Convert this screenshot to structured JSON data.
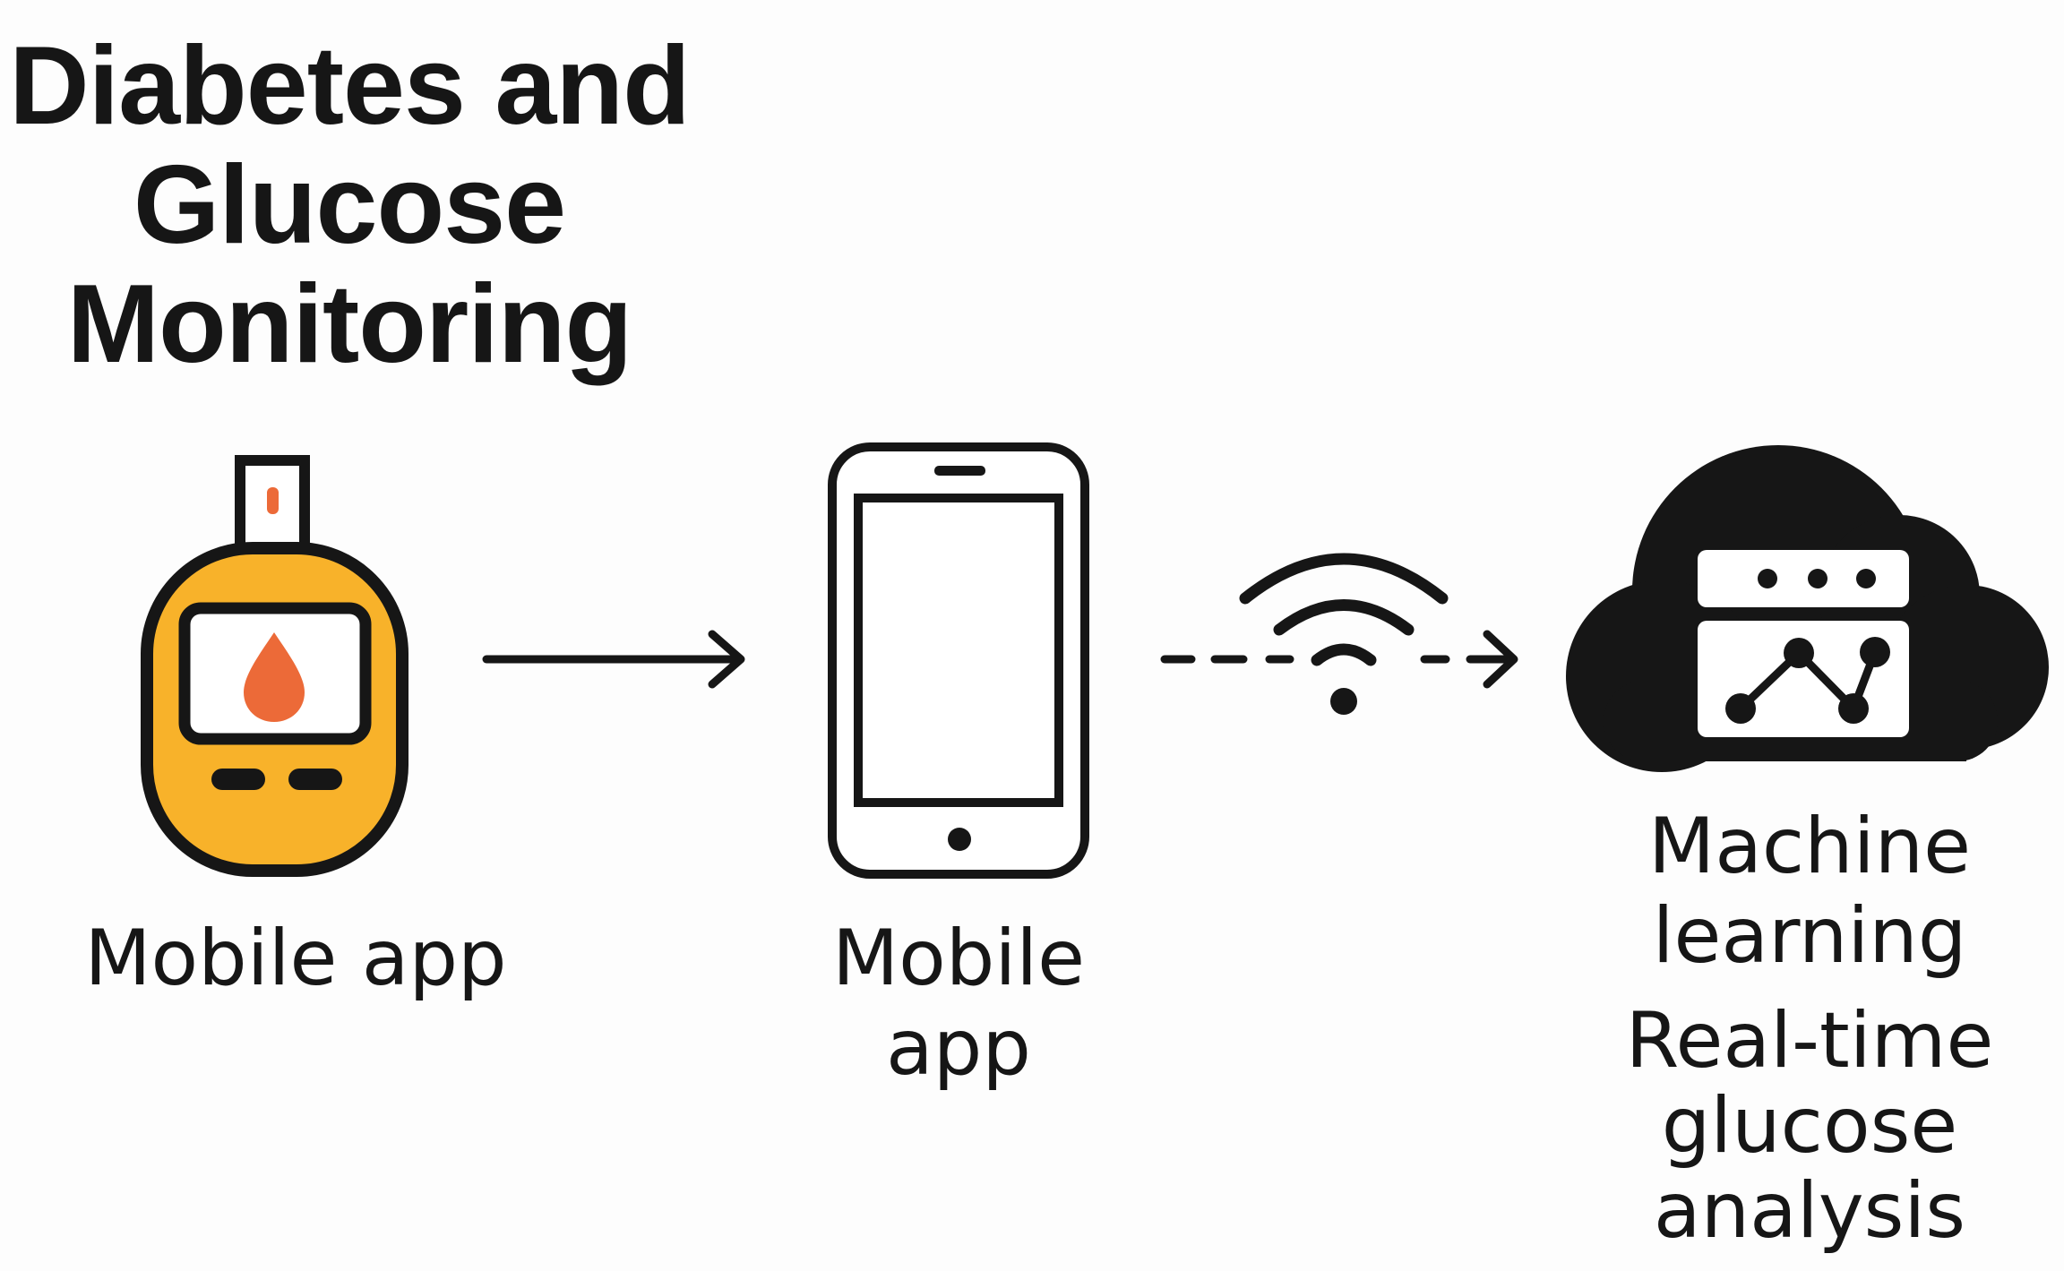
{
  "title": {
    "line1": "Diabetes and",
    "line2": "Glucose",
    "line3": "Monitoring"
  },
  "nodes": {
    "glucose_meter": {
      "icon": "glucose-meter-icon",
      "label": "Mobile app"
    },
    "smartphone": {
      "icon": "smartphone-icon",
      "label_line1": "Mobile",
      "label_line2": "app"
    },
    "cloud": {
      "icon": "cloud-analytics-icon",
      "label_line1": "Machine",
      "label_line2": "learning",
      "sublabel_line1": "Real-time",
      "sublabel_line2": "glucose",
      "sublabel_line3": "analysis"
    }
  },
  "connectors": {
    "meter_to_phone": "solid-arrow",
    "phone_to_cloud": "dashed-arrow-wifi"
  },
  "colors": {
    "meter_body": "#F8B22A",
    "blood_drop": "#EC6A38",
    "strip_mark": "#EC6A38",
    "outline": "#161616",
    "screen": "#FFFFFF",
    "background": "#FDFDFD"
  }
}
